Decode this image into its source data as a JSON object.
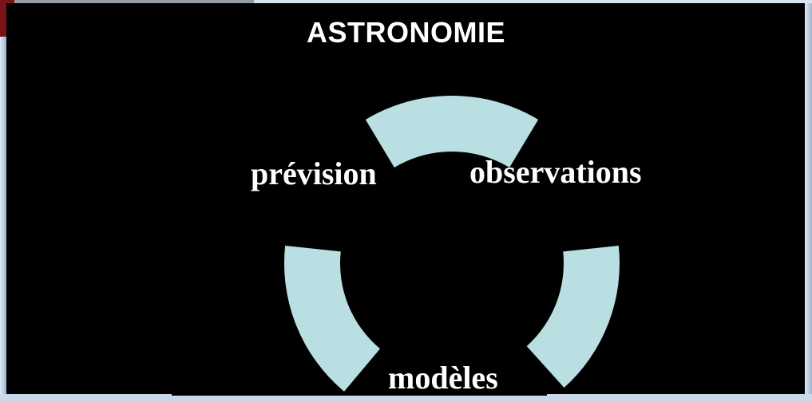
{
  "title": "ASTRONOMIE",
  "cycle": {
    "nodes": [
      {
        "id": "prevision",
        "label": "prévision"
      },
      {
        "id": "observations",
        "label": "observations"
      },
      {
        "id": "modeles",
        "label": "modèles"
      }
    ]
  },
  "colors": {
    "background": "#000000",
    "arrow_fill": "#b9dfe2",
    "text": "#ffffff",
    "frame_corner": "#7a1418",
    "frame_edge": "#c7d6e8"
  }
}
